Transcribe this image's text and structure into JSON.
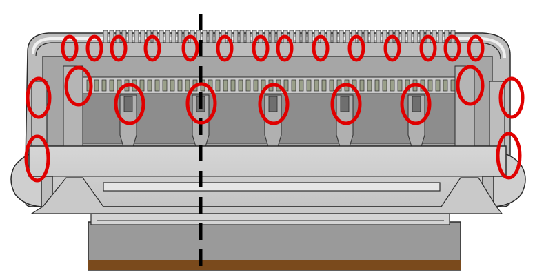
{
  "figure": {
    "subject": "connector-cross-section-illustration",
    "colors": {
      "background": "#ffffff",
      "housing_light": "#cfcfcf",
      "housing_mid": "#bdbdbd",
      "housing_dark": "#8a8a8a",
      "outline": "#2b2b2b",
      "pcb_top": "#9a9a9a",
      "pcb_bottom": "#7a4a1c",
      "pin_metal": "#9aa08a",
      "highlight_ring": "#e00000",
      "centerline": "#000000"
    },
    "highlight_ring_count": 26,
    "centerline_style": "dashed"
  }
}
